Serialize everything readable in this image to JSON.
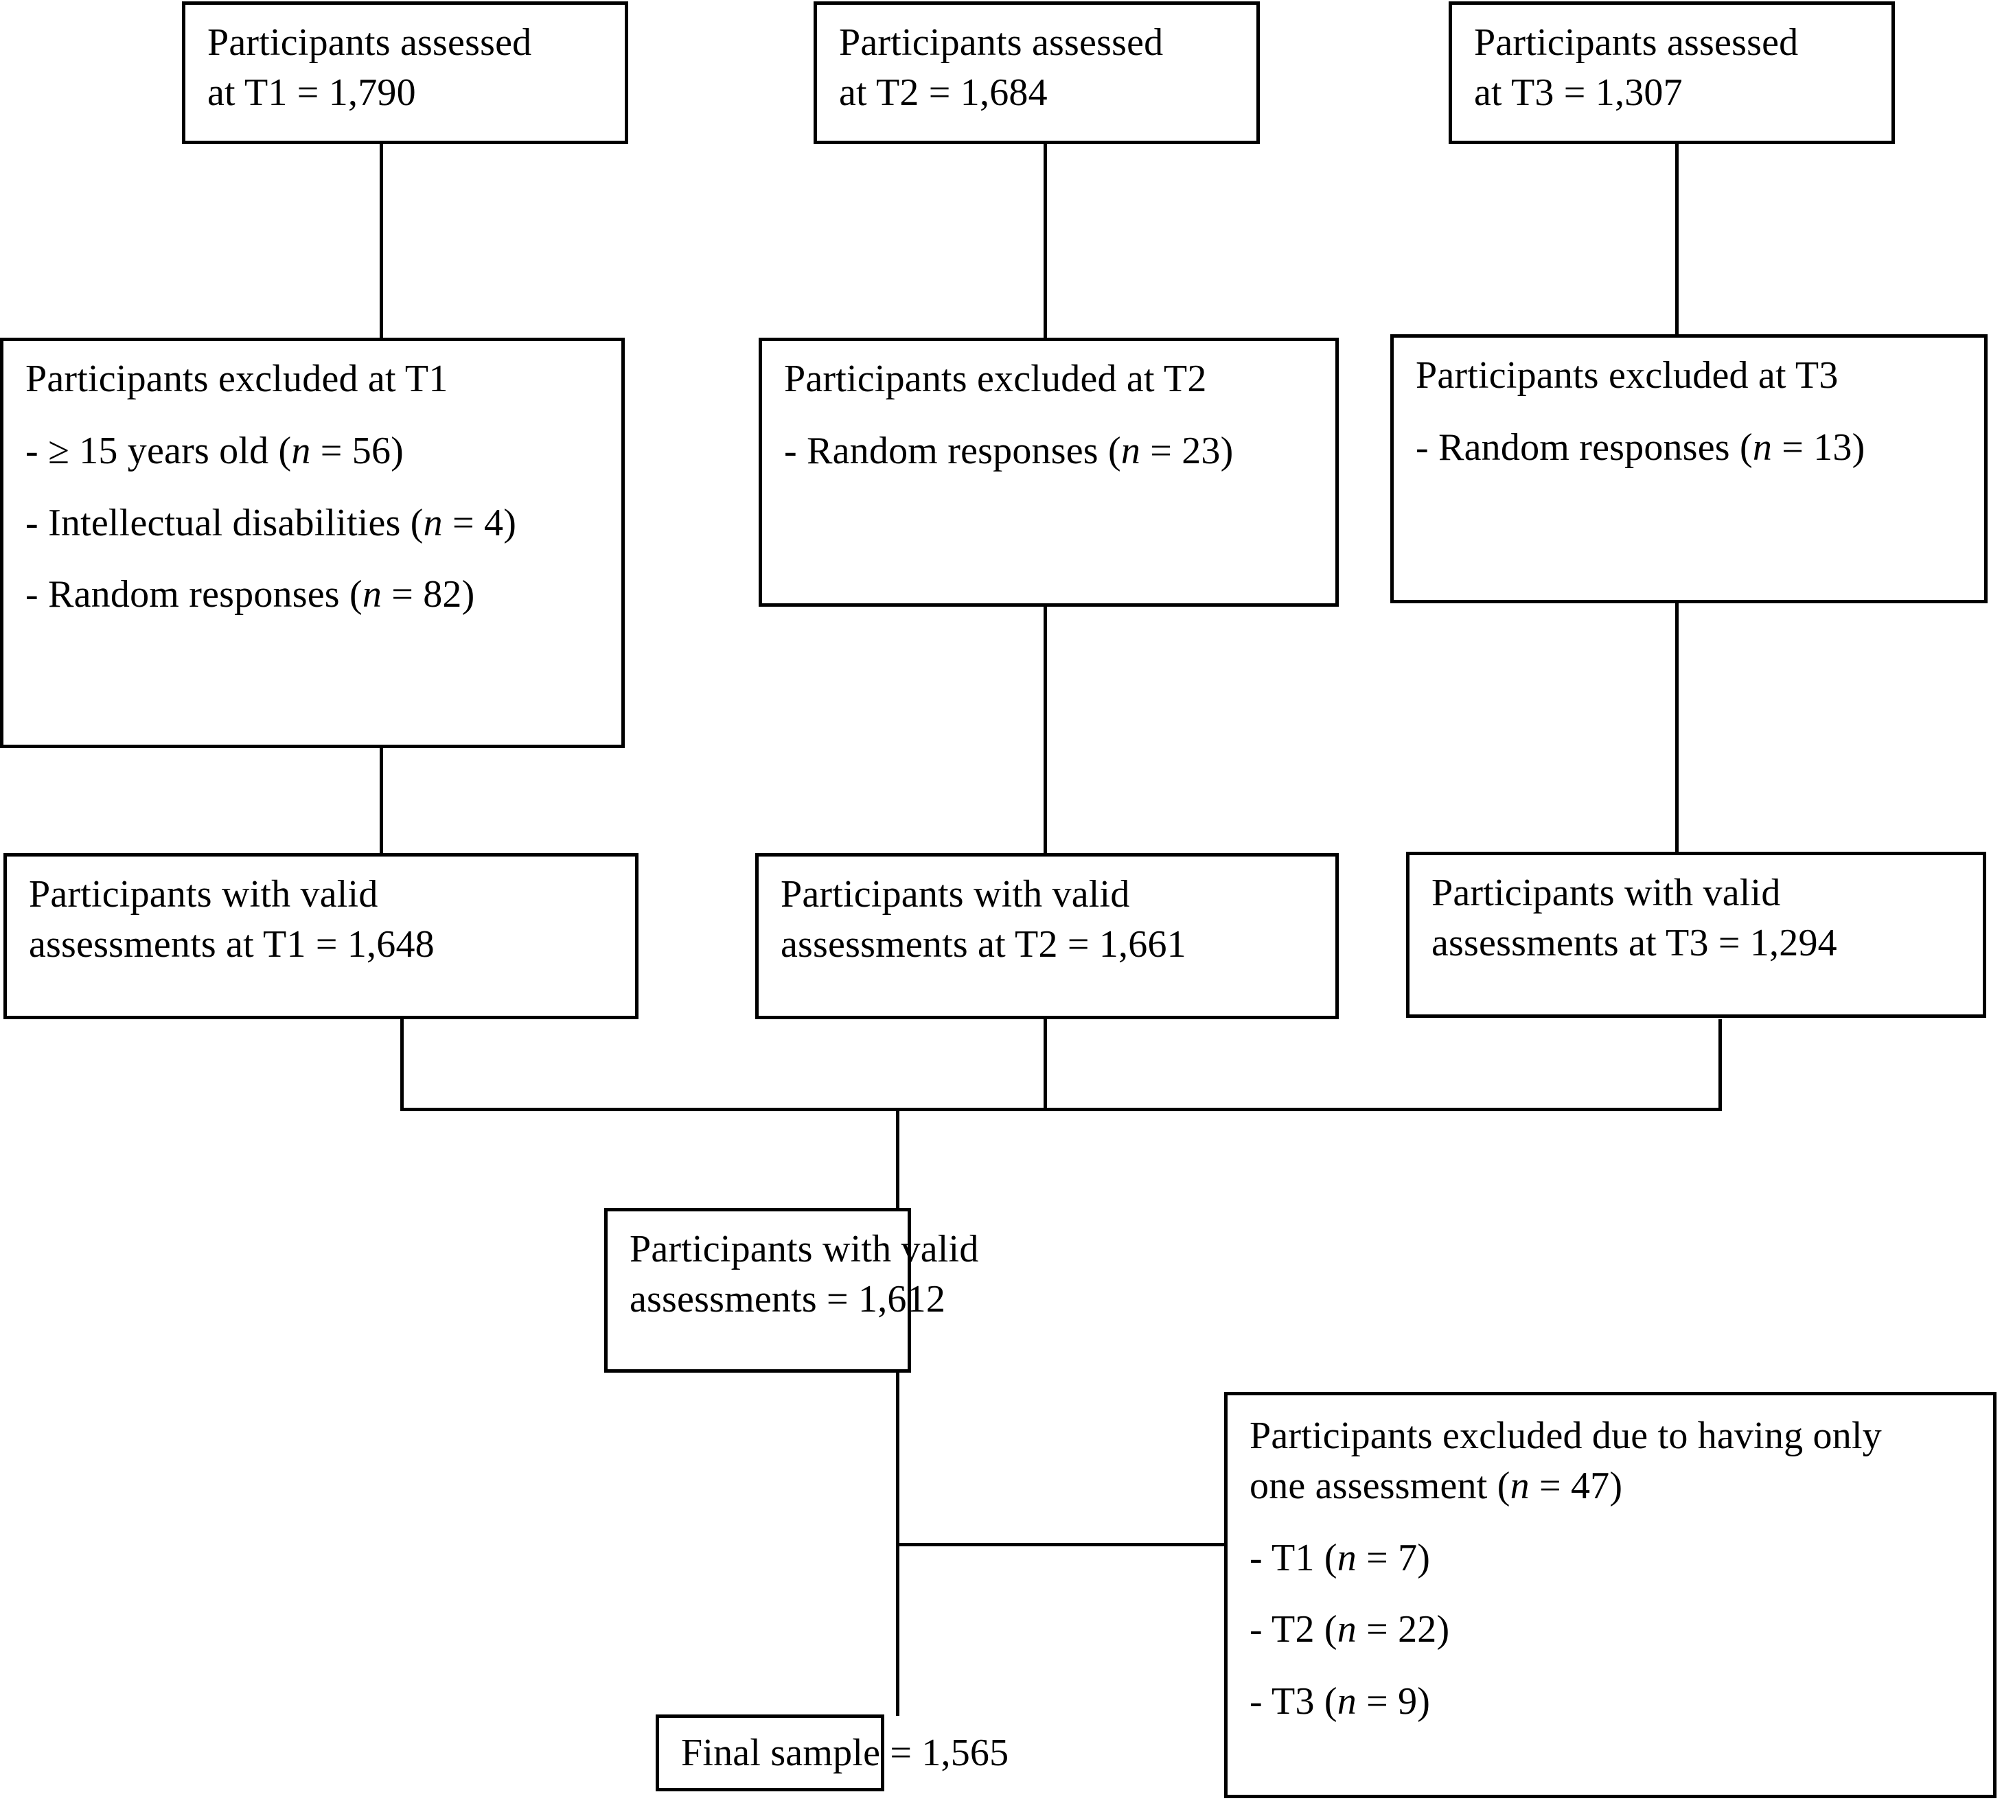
{
  "diagram": {
    "title": "Participant flow across three assessment waves",
    "stroke_color": "#000000",
    "background_color": "#ffffff"
  },
  "nodes": {
    "assessed_t1": {
      "name": "participants-assessed-t1",
      "lines": [
        "Participants assessed",
        "at T1 = 1,790"
      ],
      "value": 1790,
      "wave": "T1"
    },
    "assessed_t2": {
      "name": "participants-assessed-t2",
      "lines": [
        "Participants assessed",
        "at T2 = 1,684"
      ],
      "value": 1684,
      "wave": "T2"
    },
    "assessed_t3": {
      "name": "participants-assessed-t3",
      "lines": [
        "Participants assessed",
        "at T3 = 1,307"
      ],
      "value": 1307,
      "wave": "T3"
    },
    "excluded_t1": {
      "name": "participants-excluded-t1",
      "heading": "Participants excluded at T1",
      "items": [
        {
          "prefix": "- ",
          "text": "≥ 15 years old (",
          "n_label": "n",
          "n_value": " = 56)"
        },
        {
          "prefix": "- ",
          "text": "Intellectual disabilities (",
          "n_label": "n",
          "n_value": " = 4)"
        },
        {
          "prefix": "- ",
          "text": "Random responses (",
          "n_label": "n",
          "n_value": " = 82)"
        }
      ]
    },
    "excluded_t2": {
      "name": "participants-excluded-t2",
      "heading": "Participants excluded at T2",
      "items": [
        {
          "prefix": "- ",
          "text": "Random responses (",
          "n_label": "n",
          "n_value": " = 23)"
        }
      ]
    },
    "excluded_t3": {
      "name": "participants-excluded-t3",
      "heading": "Participants excluded at T3",
      "items": [
        {
          "prefix": "- ",
          "text": "Random responses (",
          "n_label": "n",
          "n_value": " = 13)"
        }
      ]
    },
    "valid_t1": {
      "name": "participants-valid-t1",
      "lines": [
        "Participants with valid",
        "assessments at T1 = 1,648"
      ],
      "value": 1648,
      "wave": "T1"
    },
    "valid_t2": {
      "name": "participants-valid-t2",
      "lines": [
        "Participants with valid",
        "assessments at T2 = 1,661"
      ],
      "value": 1661,
      "wave": "T2"
    },
    "valid_t3": {
      "name": "participants-valid-t3",
      "lines": [
        "Participants with valid",
        "assessments at T3 = 1,294"
      ],
      "value": 1294,
      "wave": "T3"
    },
    "valid_combined": {
      "name": "participants-valid-combined",
      "lines": [
        "Participants with valid",
        "assessments = 1,612"
      ],
      "value": 1612
    },
    "excluded_one_assessment": {
      "name": "participants-excluded-one-assessment",
      "heading_line_1": "Participants excluded due to having only",
      "heading_line_2_pre": "one assessment (",
      "heading_line_2_n": "n",
      "heading_line_2_post": " = 47)",
      "total": 47,
      "items": [
        {
          "prefix": "- ",
          "text": "T1 (",
          "n_label": "n",
          "n_value": " = 7)"
        },
        {
          "prefix": "- ",
          "text": "T2 (",
          "n_label": "n",
          "n_value": " = 22)"
        },
        {
          "prefix": "- ",
          "text": "T3 (",
          "n_label": "n",
          "n_value": " = 9)"
        }
      ]
    },
    "final_sample": {
      "name": "final-sample",
      "lines": [
        "Final sample = 1,565"
      ],
      "value": 1565
    }
  }
}
